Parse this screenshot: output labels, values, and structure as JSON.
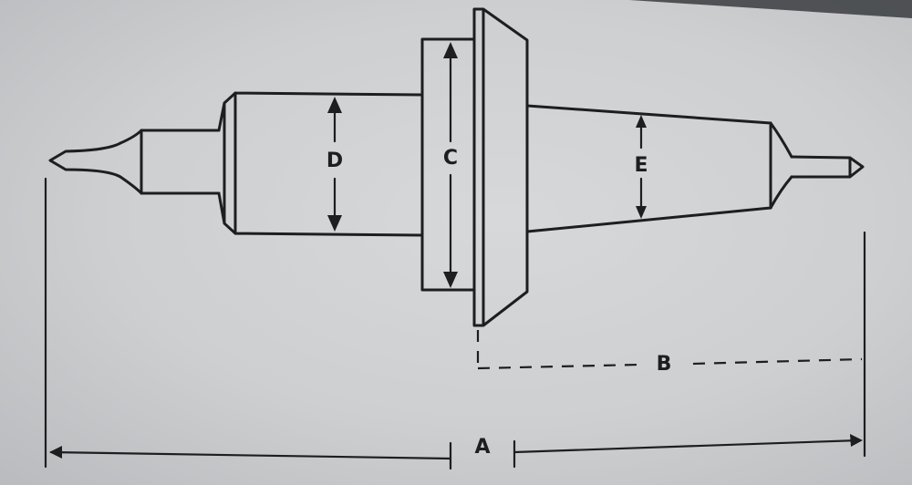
{
  "diagram": {
    "labels": {
      "a": "A",
      "b": "B",
      "c": "C",
      "d": "D",
      "e": "E"
    }
  },
  "colors": {
    "ink": "#1e1e20",
    "paper": "#d0d2d4"
  }
}
